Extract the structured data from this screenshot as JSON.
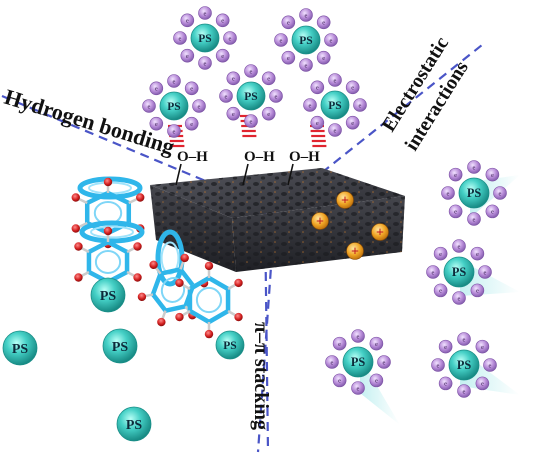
{
  "labels": {
    "hydrogen_bonding": "Hydrogen bonding",
    "electrostatic_line1": "Electrostatic",
    "electrostatic_line2": "interactions",
    "pi_stacking": "π–π stacking",
    "oh": "O–H",
    "ps": "PS",
    "electron": "e",
    "plus": "+"
  },
  "colors": {
    "ps_fill": "#3fc9bf",
    "ps_edge": "#1a8f88",
    "electron_fill": "#b98ad8",
    "electron_edge": "#7a4fa3",
    "dash_line": "#4a55c7",
    "hbond_dash": "#e0242f",
    "ring": "#2fb6ea",
    "oxygen": "#cc1a1a",
    "slab": "#3a3b42",
    "plus_fill": "#f0a020"
  },
  "icons": {
    "ps_particle": "ps-particle-icon",
    "electron": "electron-icon",
    "aromatic_ring": "benzene-ring-icon",
    "porous_slab": "porous-carbon-slab-icon"
  }
}
